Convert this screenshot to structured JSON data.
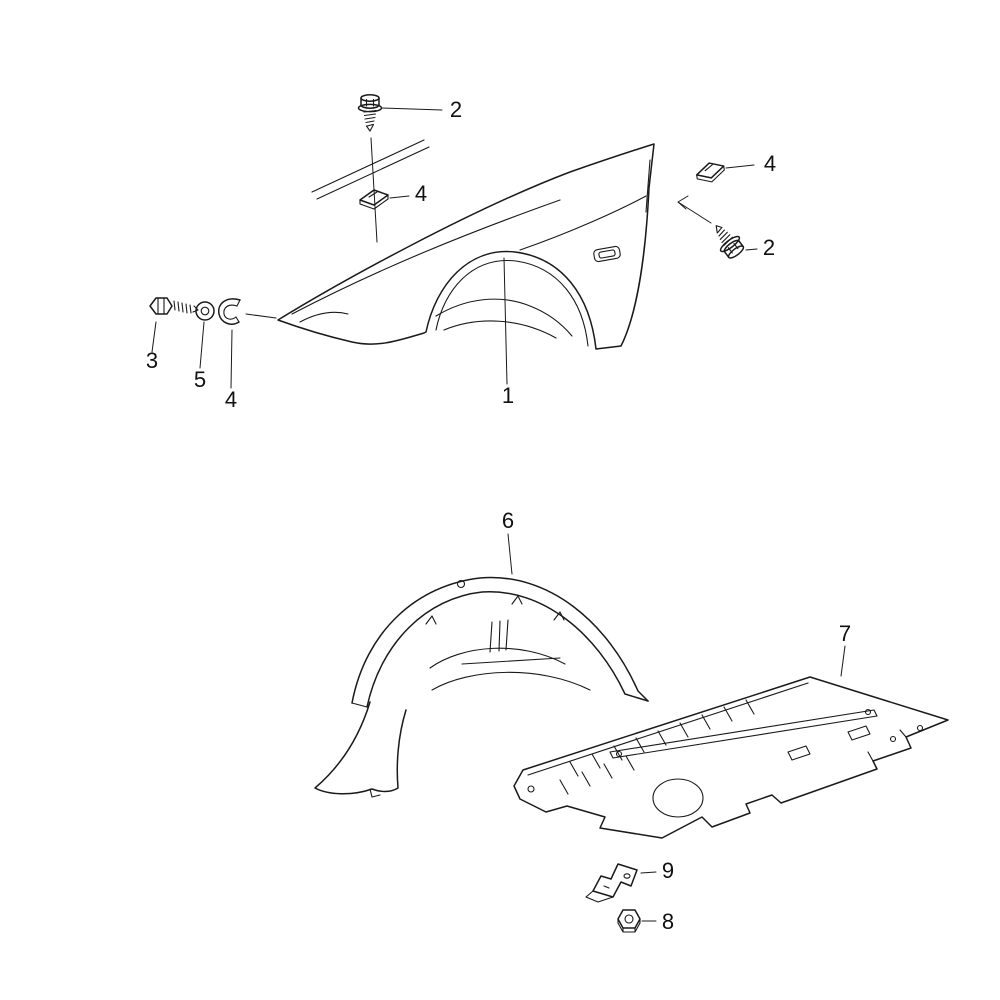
{
  "page": {
    "background": "#ffffff",
    "line_color": "#1a1a1a",
    "kind": "exploded-parts-diagram"
  },
  "callouts": [
    {
      "label": "2",
      "part": "hex-screw-top"
    },
    {
      "label": "4",
      "part": "clip-top"
    },
    {
      "label": "4",
      "part": "clip-right"
    },
    {
      "label": "2",
      "part": "hex-screw-right"
    },
    {
      "label": "3",
      "part": "bolt-left"
    },
    {
      "label": "5",
      "part": "washer"
    },
    {
      "label": "4",
      "part": "clip-left"
    },
    {
      "label": "1",
      "part": "front-fender"
    },
    {
      "label": "6",
      "part": "wheel-housing-liner"
    },
    {
      "label": "7",
      "part": "underbody-cover"
    },
    {
      "label": "9",
      "part": "bracket"
    },
    {
      "label": "8",
      "part": "hex-nut"
    }
  ]
}
